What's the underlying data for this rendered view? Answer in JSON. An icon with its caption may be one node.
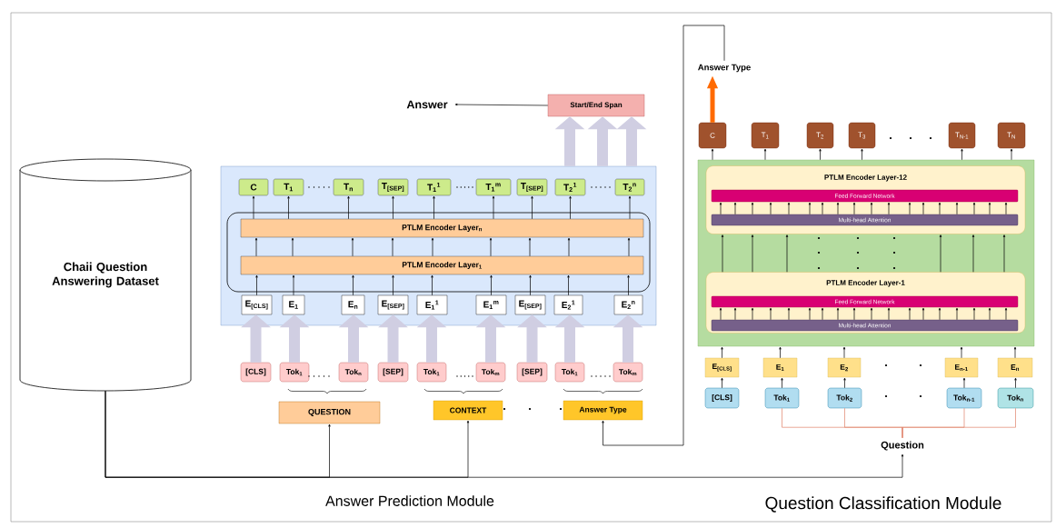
{
  "diagram": {
    "nodes": [
      {
        "text": [
          "Chaii Question Answering Dataset"
        ]
      },
      {
        "text": [
          "Answer"
        ]
      },
      {
        "text": [
          "Start/End Span"
        ]
      },
      {
        "text": [],
        "shape": "box"
      },
      {
        "text": [],
        "shape": "box",
        "in": 3
      },
      {
        "text": [
          "PTLM Encoder Layer$_{n}$"
        ],
        "in": 4
      },
      {
        "text": [
          "PTLM Encoder Layer$_{1}$"
        ],
        "in": 4
      },
      {
        "text": [
          "C"
        ],
        "in": 3
      },
      {
        "text": [
          "T$_{1}$"
        ],
        "in": 3
      },
      {
        "text": [
          "T$_{n}$"
        ],
        "in": 3
      },
      {
        "text": [
          "T$_{[SEP]}$"
        ],
        "in": 3
      },
      {
        "text": [
          "T$_{1}$$^{1}$"
        ],
        "in": 3
      },
      {
        "text": [
          "T$_{1}$$^{m}$"
        ],
        "in": 3
      },
      {
        "text": [
          "T$_{[SEP]}$"
        ],
        "in": 3
      },
      {
        "text": [
          "T$_{2}$$^{1}$"
        ],
        "in": 3
      },
      {
        "text": [
          "T$_{2}$$^{n}$"
        ],
        "in": 3
      },
      {
        "text": [
          "E$_{[CLS]}$"
        ],
        "in": 3
      },
      {
        "text": [
          "E$_{1}$"
        ],
        "in": 3
      },
      {
        "text": [
          "E$_{n}$"
        ],
        "in": 3
      },
      {
        "text": [
          "E$_{[SEP]}$"
        ],
        "in": 3
      },
      {
        "text": [
          "E$_{1}$$^{1}$"
        ],
        "in": 3
      },
      {
        "text": [
          "E$_{1}$$^{m}$"
        ],
        "in": 3
      },
      {
        "text": [
          "E$_{[SEP]}$"
        ],
        "in": 3
      },
      {
        "text": [
          "E$_{2}$$^{1}$"
        ],
        "in": 3
      },
      {
        "text": [
          "E$_{2}$$^{n}$"
        ],
        "in": 3
      },
      {
        "text": [
          "[CLS]"
        ]
      },
      {
        "text": [
          "Tok$_{1}$"
        ]
      },
      {
        "text": [
          "Tok$_{n}$"
        ]
      },
      {
        "text": [
          "[SEP]"
        ]
      },
      {
        "text": [
          "Tok$_{1}$"
        ]
      },
      {
        "text": [
          "Tok$_{m}$"
        ]
      },
      {
        "text": [
          "[SEP]"
        ]
      },
      {
        "text": [
          "Tok$_{1}$"
        ]
      },
      {
        "text": [
          "Tok$_{m}$"
        ]
      },
      {
        "text": [
          "QUESTION"
        ]
      },
      {
        "text": [
          "CONTEXT"
        ]
      },
      {
        "text": [
          "Answer Type"
        ]
      },
      {
        "text": [
          "Answer Type"
        ]
      },
      {
        "text": [
          "C"
        ]
      },
      {
        "text": [
          "T$_{1}$"
        ]
      },
      {
        "text": [
          "T$_{2}$"
        ]
      },
      {
        "text": [
          "T$_{3}$"
        ]
      },
      {
        "text": [
          "T$_{N-1}$"
        ]
      },
      {
        "text": [
          "T$_{N}$"
        ]
      },
      {
        "text": [],
        "shape": "box"
      },
      {
        "text": [
          "PTLM Encoder Layer-12"
        ],
        "in": 44
      },
      {
        "text": [
          "Feed Forward Network"
        ],
        "in": 45
      },
      {
        "text": [
          "Multi-head Attention"
        ],
        "in": 45
      },
      {
        "text": [
          "PTLM Encoder Layer-1"
        ],
        "in": 44
      },
      {
        "text": [
          "Feed Forward Network"
        ],
        "in": 48
      },
      {
        "text": [
          "Multi-head Attention"
        ],
        "in": 48
      },
      {
        "text": [
          "E$_{[CLS]}$"
        ]
      },
      {
        "text": [
          "E$_{1}$"
        ]
      },
      {
        "text": [
          "E$_{2}$"
        ]
      },
      {
        "text": [
          "E$_{n-1}$"
        ]
      },
      {
        "text": [
          "E$_{n}$"
        ]
      },
      {
        "text": [
          "[CLS]"
        ]
      },
      {
        "text": [
          "Tok$_{1}$"
        ]
      },
      {
        "text": [
          "Tok$_{2}$"
        ]
      },
      {
        "text": [
          "Tok$_{n-1}$"
        ]
      },
      {
        "text": [
          "Tok$_{n}$"
        ]
      },
      {
        "text": [
          "Question"
        ]
      }
    ],
    "edges": [
      {
        "from": 2,
        "to": 1,
        "arrow": "to"
      },
      {
        "from": 3,
        "to": 2,
        "arrow": "to",
        "style": "thick",
        "color": "#d0cee2"
      },
      {
        "from": 3,
        "to": 2,
        "arrow": "to",
        "style": "thick",
        "color": "#d0cee2"
      },
      {
        "from": 3,
        "to": 2,
        "arrow": "to",
        "style": "thick",
        "color": "#d0cee2"
      },
      {
        "from": 25,
        "to": 16,
        "arrow": "to",
        "style": "thick",
        "color": "#d0cee2"
      },
      {
        "from": 26,
        "to": 17,
        "arrow": "to",
        "style": "thick",
        "color": "#d0cee2"
      },
      {
        "from": 27,
        "to": 18,
        "arrow": "to",
        "style": "thick",
        "color": "#d0cee2"
      },
      {
        "from": 28,
        "to": 19,
        "arrow": "to",
        "style": "thick",
        "color": "#d0cee2"
      },
      {
        "from": 29,
        "to": 20,
        "arrow": "to",
        "style": "thick",
        "color": "#d0cee2"
      },
      {
        "from": 30,
        "to": 21,
        "arrow": "to",
        "style": "thick",
        "color": "#d0cee2"
      },
      {
        "from": 31,
        "to": 22,
        "arrow": "to",
        "style": "thick",
        "color": "#d0cee2"
      },
      {
        "from": 32,
        "to": 23,
        "arrow": "to",
        "style": "thick",
        "color": "#d0cee2"
      },
      {
        "from": 33,
        "to": 24,
        "arrow": "to",
        "style": "thick",
        "color": "#d0cee2"
      },
      {
        "from": 16,
        "to": 6,
        "arrow": "to"
      },
      {
        "from": 17,
        "to": 6,
        "arrow": "to"
      },
      {
        "from": 18,
        "to": 6,
        "arrow": "to"
      },
      {
        "from": 19,
        "to": 6,
        "arrow": "to"
      },
      {
        "from": 20,
        "to": 6,
        "arrow": "to"
      },
      {
        "from": 21,
        "to": 6,
        "arrow": "to"
      },
      {
        "from": 22,
        "to": 6,
        "arrow": "to"
      },
      {
        "from": 23,
        "to": 6,
        "arrow": "to"
      },
      {
        "from": 24,
        "to": 6,
        "arrow": "to"
      },
      {
        "from": 6,
        "to": 5,
        "arrow": "to"
      },
      {
        "from": 6,
        "to": 5,
        "arrow": "to"
      },
      {
        "from": 6,
        "to": 5,
        "arrow": "to"
      },
      {
        "from": 6,
        "to": 5,
        "arrow": "to"
      },
      {
        "from": 6,
        "to": 5,
        "arrow": "to"
      },
      {
        "from": 6,
        "to": 5,
        "arrow": "to"
      },
      {
        "from": 6,
        "to": 5,
        "arrow": "to"
      },
      {
        "from": 6,
        "to": 5,
        "arrow": "to"
      },
      {
        "from": 6,
        "to": 5,
        "arrow": "to"
      },
      {
        "from": 5,
        "to": 7,
        "arrow": "to"
      },
      {
        "from": 5,
        "to": 8,
        "arrow": "to"
      },
      {
        "from": 5,
        "to": 9,
        "arrow": "to"
      },
      {
        "from": 5,
        "to": 10,
        "arrow": "to"
      },
      {
        "from": 5,
        "to": 11,
        "arrow": "to"
      },
      {
        "from": 5,
        "to": 12,
        "arrow": "to"
      },
      {
        "from": 5,
        "to": 13,
        "arrow": "to"
      },
      {
        "from": 5,
        "to": 14,
        "arrow": "to"
      },
      {
        "from": 5,
        "to": 15,
        "arrow": "to"
      },
      {
        "from": 0,
        "to": 34,
        "arrow": "to"
      },
      {
        "from": 0,
        "to": 35,
        "arrow": "to"
      },
      {
        "from": 0,
        "to": 61,
        "arrow": "to"
      },
      {
        "from": 38,
        "to": 37,
        "arrow": "to",
        "style": "thick",
        "color": "#ff6a00"
      },
      {
        "from": 37,
        "to": 36,
        "arrow": "to"
      },
      {
        "from": 44,
        "to": 38,
        "arrow": "to"
      },
      {
        "from": 44,
        "to": 39,
        "arrow": "to"
      },
      {
        "from": 44,
        "to": 40,
        "arrow": "to"
      },
      {
        "from": 44,
        "to": 41,
        "arrow": "to"
      },
      {
        "from": 44,
        "to": 42,
        "arrow": "to"
      },
      {
        "from": 44,
        "to": 43,
        "arrow": "to"
      },
      {
        "from": 47,
        "to": 46,
        "arrow": "to"
      },
      {
        "from": 47,
        "to": 46,
        "arrow": "to"
      },
      {
        "from": 47,
        "to": 46,
        "arrow": "to"
      },
      {
        "from": 47,
        "to": 46,
        "arrow": "to"
      },
      {
        "from": 47,
        "to": 46,
        "arrow": "to"
      },
      {
        "from": 47,
        "to": 46,
        "arrow": "to"
      },
      {
        "from": 47,
        "to": 46,
        "arrow": "to"
      },
      {
        "from": 47,
        "to": 46,
        "arrow": "to"
      },
      {
        "from": 47,
        "to": 46,
        "arrow": "to"
      },
      {
        "from": 47,
        "to": 46,
        "arrow": "to"
      },
      {
        "from": 47,
        "to": 46,
        "arrow": "to"
      },
      {
        "from": 47,
        "to": 46,
        "arrow": "to"
      },
      {
        "from": 47,
        "to": 46,
        "arrow": "to"
      },
      {
        "from": 47,
        "to": 46,
        "arrow": "to"
      },
      {
        "from": 47,
        "to": 46,
        "arrow": "to"
      },
      {
        "from": 47,
        "to": 46,
        "arrow": "to"
      },
      {
        "from": 47,
        "to": 46,
        "arrow": "to"
      },
      {
        "from": 47,
        "to": 46,
        "arrow": "to"
      },
      {
        "from": 48,
        "to": 45,
        "arrow": "to"
      },
      {
        "from": 48,
        "to": 45,
        "arrow": "to"
      },
      {
        "from": 48,
        "to": 45,
        "arrow": "to"
      },
      {
        "from": 48,
        "to": 45,
        "arrow": "to"
      },
      {
        "from": 48,
        "to": 45,
        "arrow": "to"
      },
      {
        "from": 48,
        "to": 45,
        "arrow": "to"
      },
      {
        "from": 50,
        "to": 49,
        "arrow": "to"
      },
      {
        "from": 50,
        "to": 49,
        "arrow": "to"
      },
      {
        "from": 50,
        "to": 49,
        "arrow": "to"
      },
      {
        "from": 50,
        "to": 49,
        "arrow": "to"
      },
      {
        "from": 50,
        "to": 49,
        "arrow": "to"
      },
      {
        "from": 50,
        "to": 49,
        "arrow": "to"
      },
      {
        "from": 50,
        "to": 49,
        "arrow": "to"
      },
      {
        "from": 50,
        "to": 49,
        "arrow": "to"
      },
      {
        "from": 50,
        "to": 49,
        "arrow": "to"
      },
      {
        "from": 50,
        "to": 49,
        "arrow": "to"
      },
      {
        "from": 50,
        "to": 49,
        "arrow": "to"
      },
      {
        "from": 50,
        "to": 49,
        "arrow": "to"
      },
      {
        "from": 50,
        "to": 49,
        "arrow": "to"
      },
      {
        "from": 50,
        "to": 49,
        "arrow": "to"
      },
      {
        "from": 50,
        "to": 49,
        "arrow": "to"
      },
      {
        "from": 50,
        "to": 49,
        "arrow": "to"
      },
      {
        "from": 50,
        "to": 49,
        "arrow": "to"
      },
      {
        "from": 50,
        "to": 49,
        "arrow": "to"
      },
      {
        "from": 51,
        "to": 44,
        "arrow": "to"
      },
      {
        "from": 52,
        "to": 44,
        "arrow": "to"
      },
      {
        "from": 53,
        "to": 44,
        "arrow": "to"
      },
      {
        "from": 54,
        "to": 44,
        "arrow": "to"
      },
      {
        "from": 55,
        "to": 44,
        "arrow": "to"
      },
      {
        "from": 56,
        "to": 51,
        "arrow": "to"
      },
      {
        "from": 57,
        "to": 52,
        "arrow": "to"
      },
      {
        "from": 58,
        "to": 53,
        "arrow": "to"
      },
      {
        "from": 59,
        "to": 54,
        "arrow": "to"
      },
      {
        "from": 60,
        "to": 55,
        "arrow": "to"
      },
      {
        "from": 57,
        "to": 61,
        "arrow": "none",
        "color": "#e0826a"
      },
      {
        "from": 58,
        "to": 61,
        "arrow": "none",
        "color": "#e0826a"
      },
      {
        "from": 59,
        "to": 61,
        "arrow": "none",
        "color": "#e0826a"
      },
      {
        "from": 60,
        "to": 61,
        "arrow": "none",
        "color": "#e0826a"
      }
    ],
    "labels": [
      "Answer Prediction Module",
      "Question Classification Module"
    ]
  }
}
